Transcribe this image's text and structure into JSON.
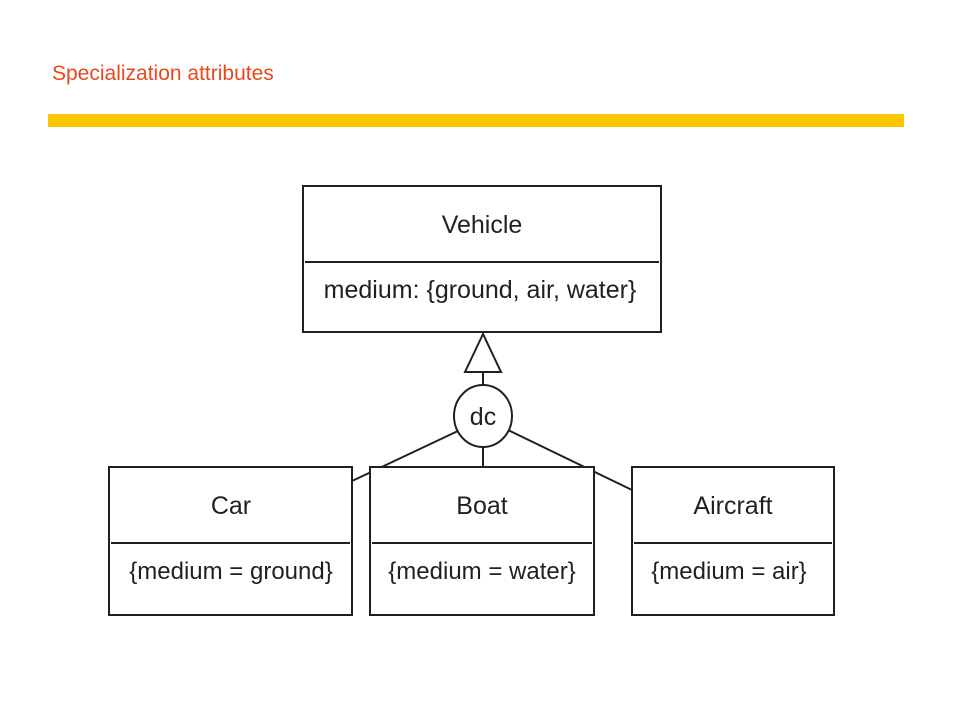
{
  "slide": {
    "title": "Specialization attributes",
    "title_color": "#e8481c",
    "bar_color": "#fcc600"
  },
  "diagram": {
    "superclass": {
      "name": "Vehicle",
      "attribute": "medium: {ground, air, water}"
    },
    "constraint": "dc",
    "subclasses": [
      {
        "name": "Car",
        "attribute": "{medium = ground}"
      },
      {
        "name": "Boat",
        "attribute": "{medium = water}"
      },
      {
        "name": "Aircraft",
        "attribute": "{medium = air}"
      }
    ],
    "line_color": "#231f20"
  }
}
